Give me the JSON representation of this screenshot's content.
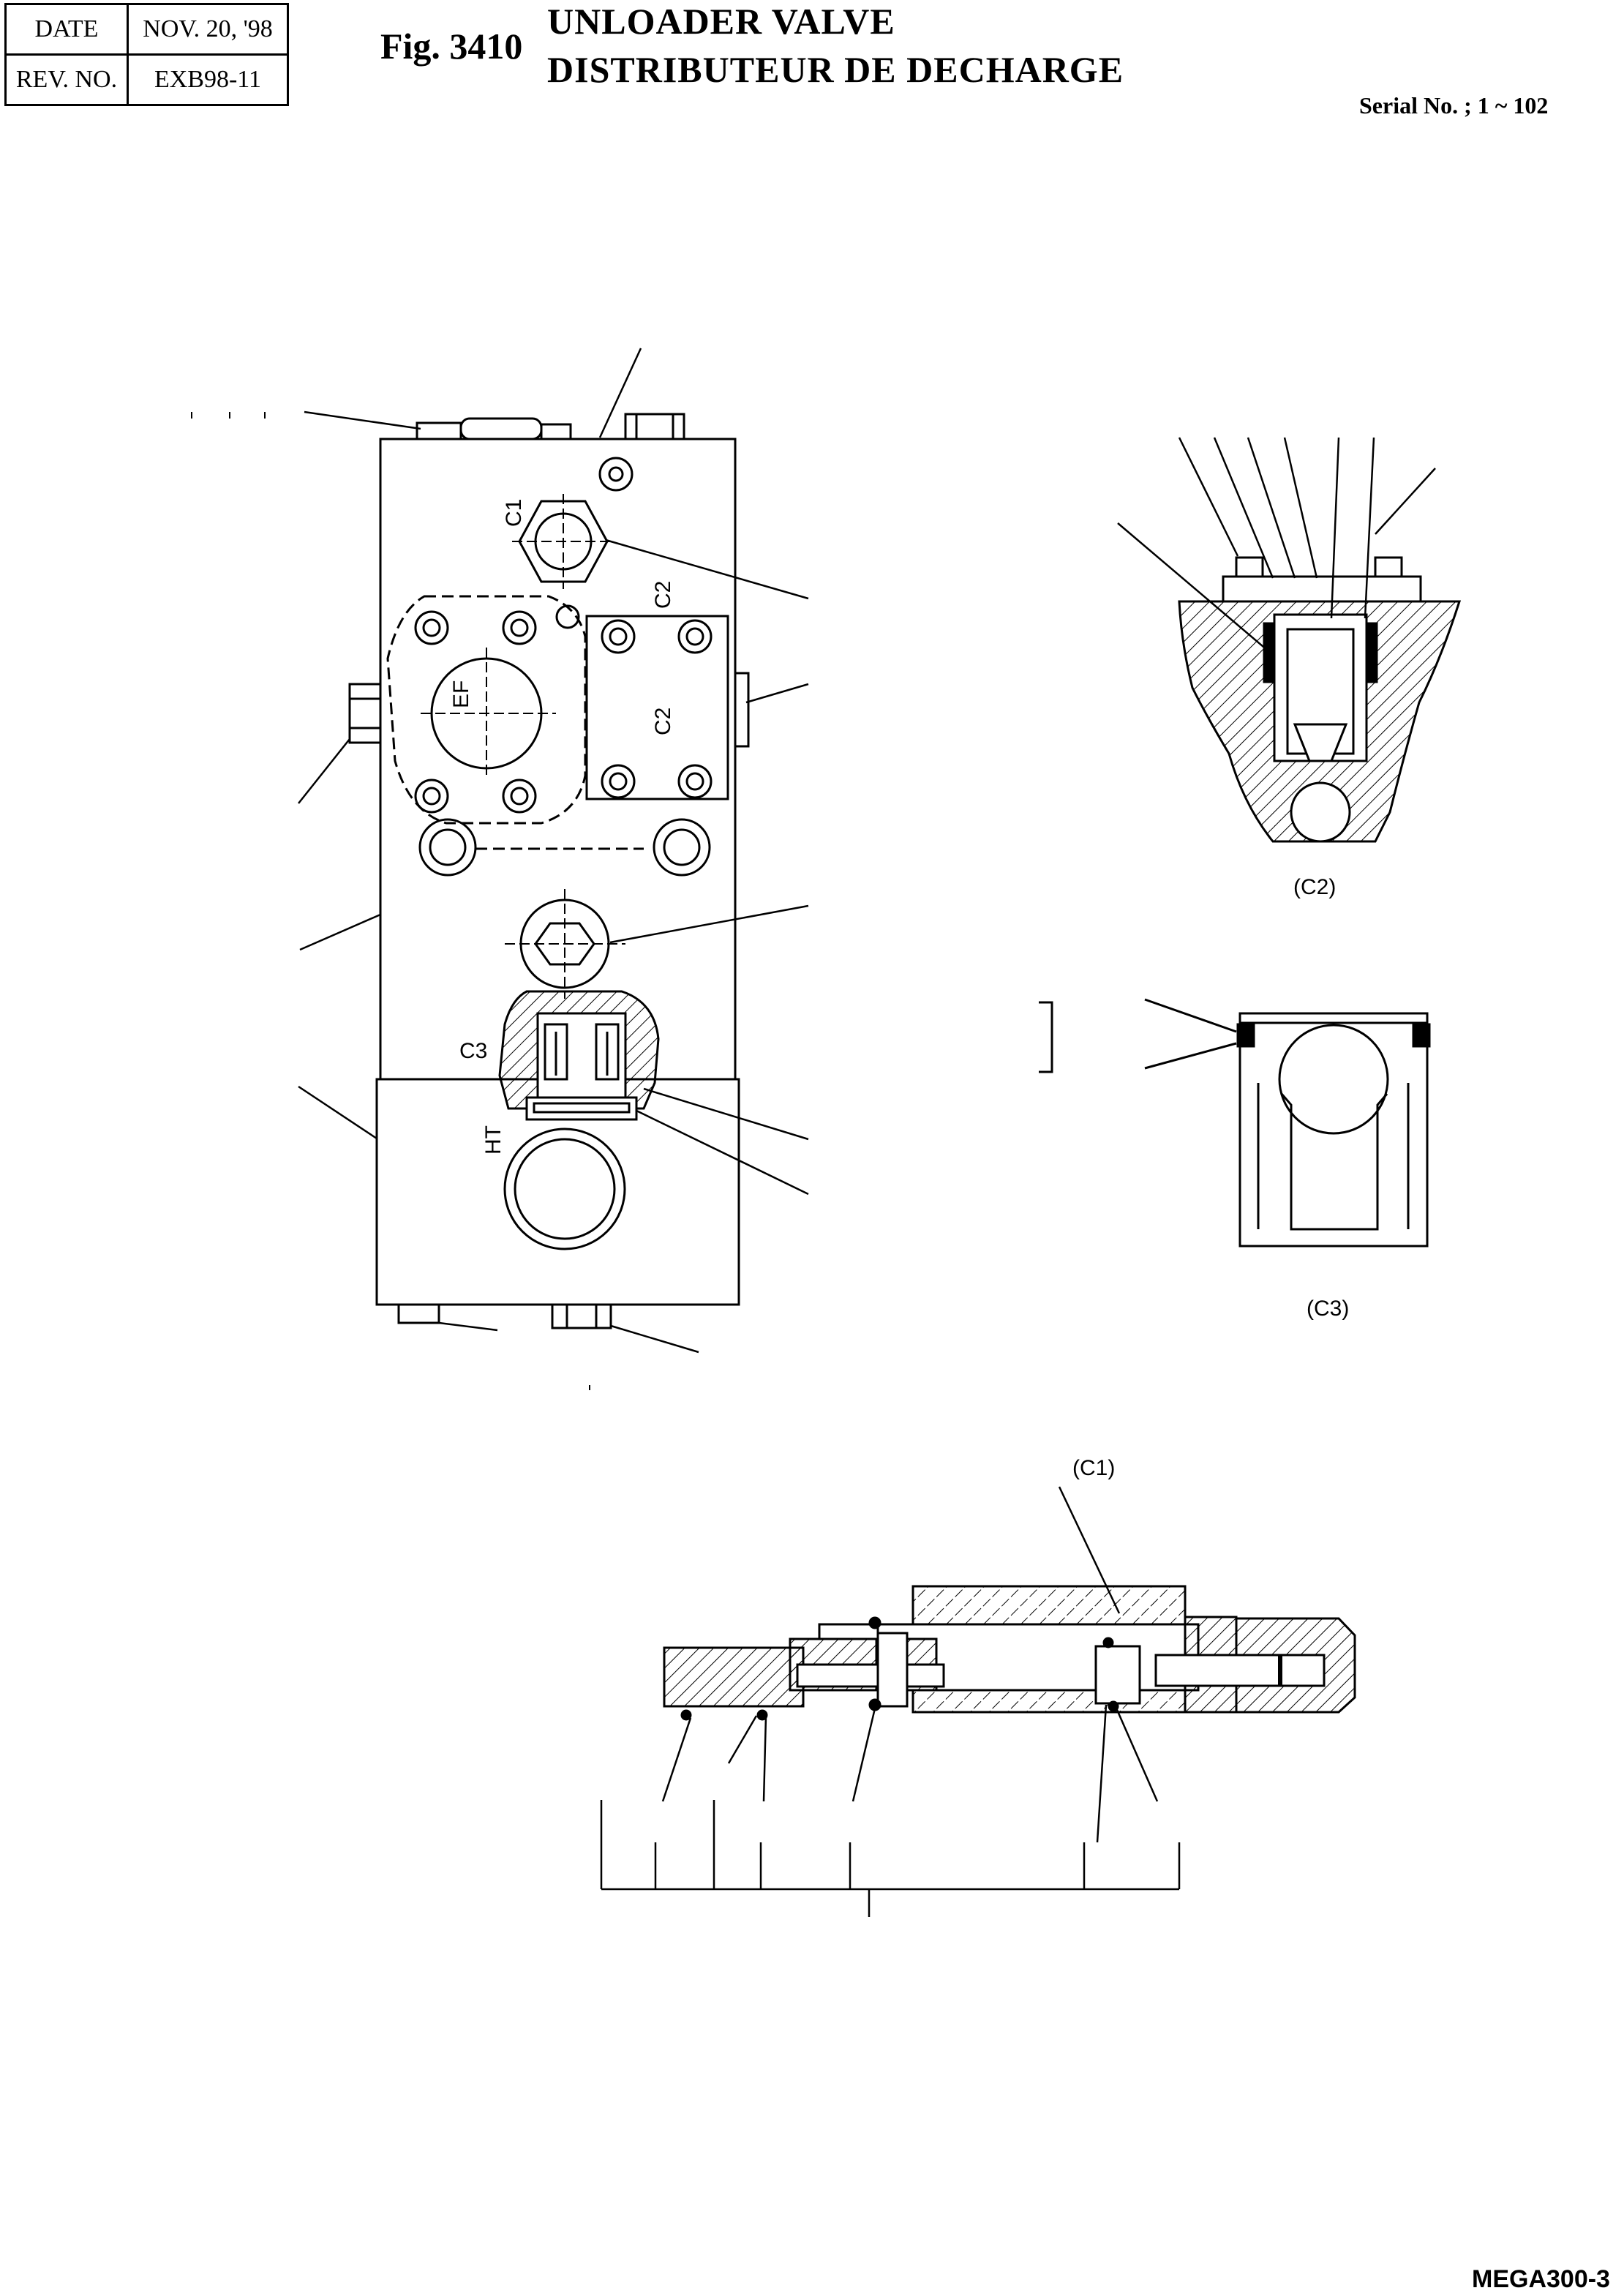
{
  "header": {
    "date_label": "DATE",
    "date_value": "NOV. 20, '98",
    "rev_label": "REV. NO.",
    "rev_value": "EXB98-11"
  },
  "figure": {
    "number": "Fig. 3410",
    "title_en": "UNLOADER VALVE",
    "title_fr": "DISTRIBUTEUR DE DECHARGE",
    "serial": "Serial No. ; 1 ~ 102"
  },
  "labels": {
    "port_c1": "C1",
    "port_c2_top": "C2",
    "port_c2_box": "C2",
    "port_ef": "EF",
    "port_c3": "C3",
    "port_ht": "HT",
    "detail_c2": "(C2)",
    "detail_c3": "(C3)",
    "detail_c1": "(C1)"
  },
  "footer": {
    "code": "MEGA300-3"
  }
}
